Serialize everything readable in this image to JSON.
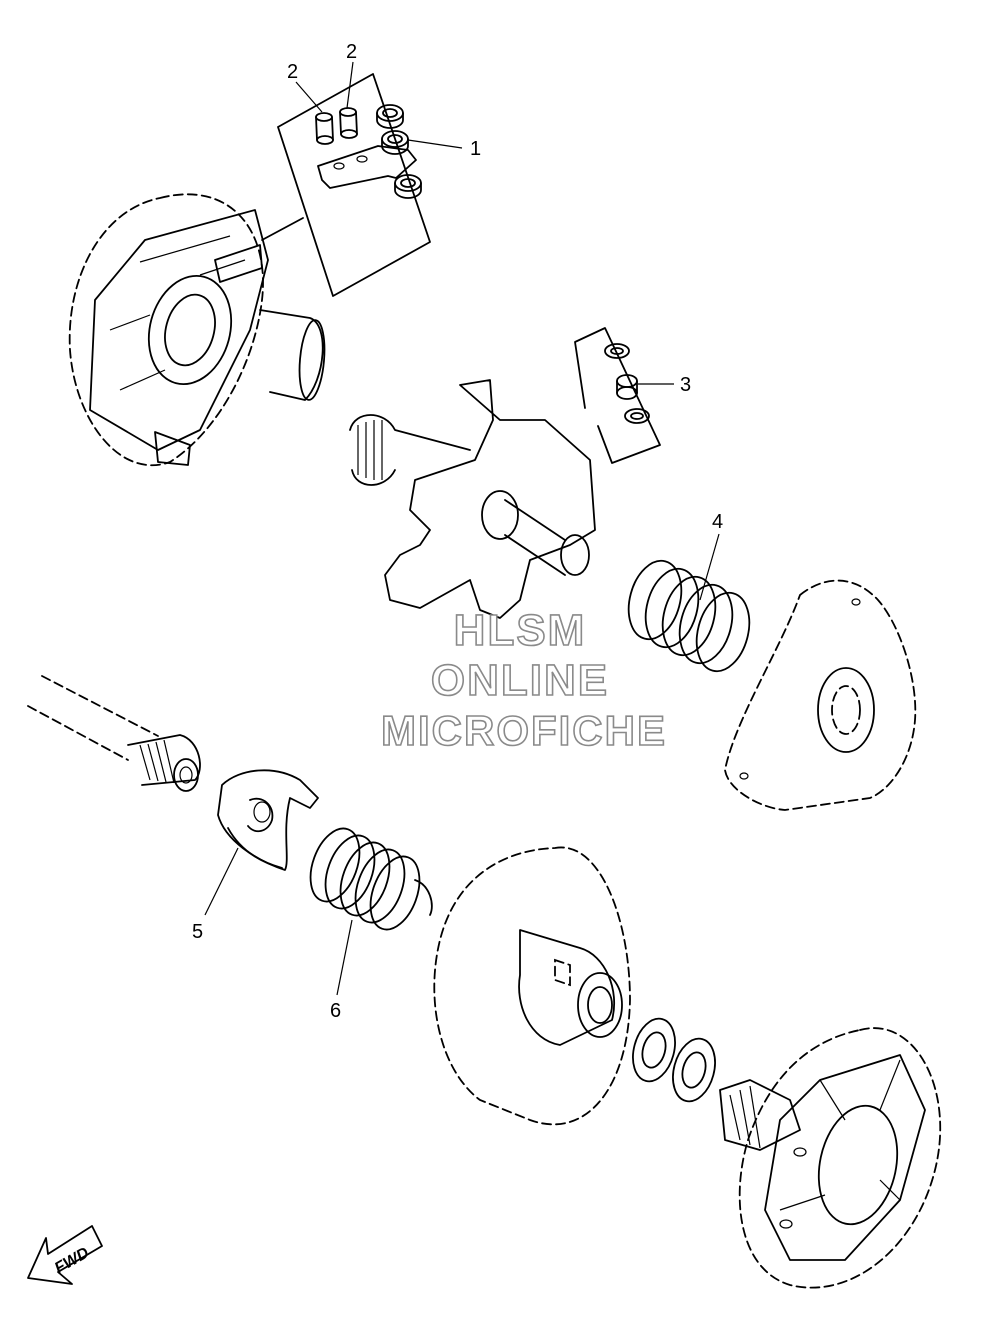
{
  "callouts": {
    "c1": "1",
    "c2a": "2",
    "c2b": "2",
    "c3": "3",
    "c4": "4",
    "c5": "5",
    "c6": "6"
  },
  "watermark": {
    "line1": "HLSM",
    "line2": "ONLINE",
    "line3": "MICROFICHE",
    "stroke_color": "#8a8a8a"
  },
  "direction_arrow": {
    "label": "FWD",
    "icon": "fwd-arrow-icon"
  }
}
